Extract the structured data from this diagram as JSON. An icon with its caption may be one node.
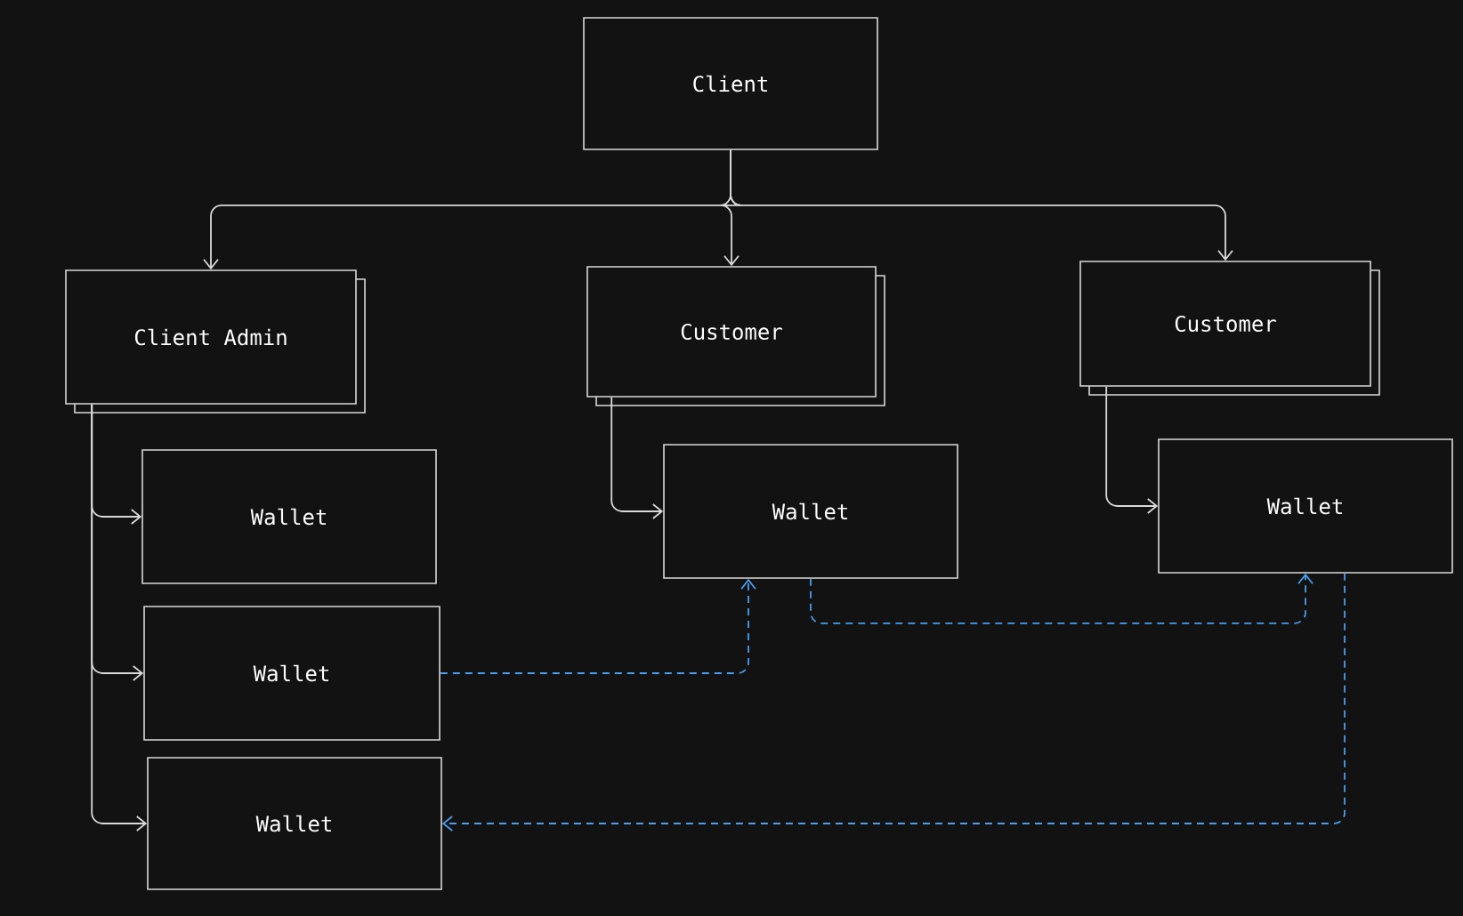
{
  "diagram": {
    "nodes": [
      {
        "text": [
          "Client"
        ]
      },
      {
        "text": [
          "Client Admin"
        ]
      },
      {
        "text": [
          "Customer"
        ]
      },
      {
        "text": [
          "Customer"
        ]
      },
      {
        "text": [
          "Wallet"
        ]
      },
      {
        "text": [
          "Wallet"
        ]
      },
      {
        "text": [
          "Wallet"
        ]
      },
      {
        "text": [
          "Wallet"
        ]
      },
      {
        "text": [
          "Wallet"
        ]
      }
    ],
    "edges": [
      {
        "from": 0,
        "to": 1,
        "arrow": "to"
      },
      {
        "from": 0,
        "to": 2,
        "arrow": "to"
      },
      {
        "from": 0,
        "to": 3,
        "arrow": "to"
      },
      {
        "from": 1,
        "to": 4,
        "arrow": "to"
      },
      {
        "from": 1,
        "to": 5,
        "arrow": "to"
      },
      {
        "from": 1,
        "to": 6,
        "arrow": "to"
      },
      {
        "from": 2,
        "to": 7,
        "arrow": "to"
      },
      {
        "from": 3,
        "to": 8,
        "arrow": "to"
      },
      {
        "from": 5,
        "to": 7,
        "arrow": "to",
        "style": "dashed",
        "color": "#4a9eed"
      },
      {
        "from": 7,
        "to": 8,
        "arrow": "to",
        "style": "dashed",
        "color": "#4a9eed"
      },
      {
        "from": 8,
        "to": 6,
        "arrow": "to",
        "style": "dashed",
        "color": "#4a9eed"
      }
    ]
  }
}
